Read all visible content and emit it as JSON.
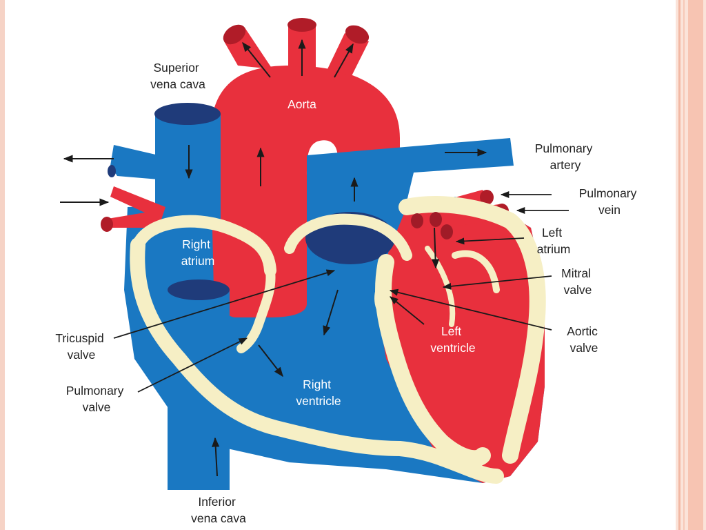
{
  "labels": {
    "superior_vena_cava": [
      "Superior",
      "vena cava"
    ],
    "aorta": "Aorta",
    "pulmonary_artery": [
      "Pulmonary",
      "artery"
    ],
    "pulmonary_vein": [
      "Pulmonary",
      "vein"
    ],
    "left_atrium": [
      "Left",
      "atrium"
    ],
    "mitral_valve": [
      "Mitral",
      "valve"
    ],
    "aortic_valve": [
      "Aortic",
      "valve"
    ],
    "left_ventricle": [
      "Left",
      "ventricle"
    ],
    "right_atrium": [
      "Right",
      "atrium"
    ],
    "right_ventricle": [
      "Right",
      "ventricle"
    ],
    "tricuspid_valve": [
      "Tricuspid",
      "valve"
    ],
    "pulmonary_valve": [
      "Pulmonary",
      "valve"
    ],
    "inferior_vena_cava": [
      "Inferior",
      "vena cava"
    ]
  },
  "colors": {
    "oxygenated": "#e8303d",
    "deoxygenated": "#1a78c2",
    "dark_blue": "#1f3b7a",
    "wall": "#f6efc5",
    "arrow": "#1a1a1a",
    "frame": "#f2b8a4"
  }
}
